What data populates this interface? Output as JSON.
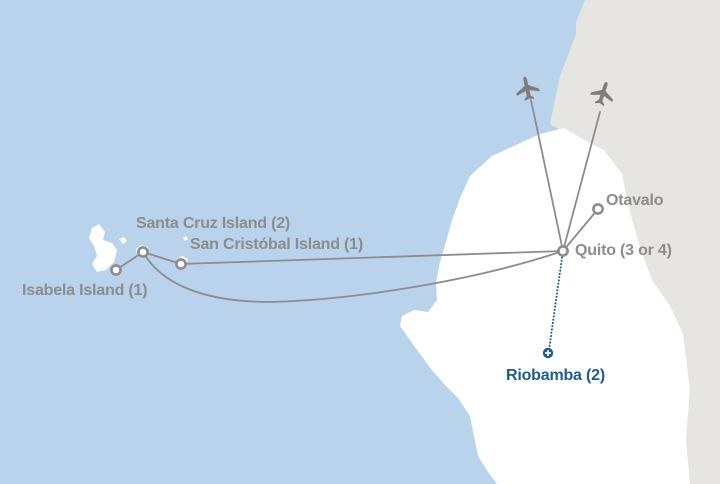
{
  "colors": {
    "ocean": "#b9d3ec",
    "land": "#ffffff",
    "neighbor_land": "#e7e5e2",
    "route": "#8c8c8c",
    "highlight": "#1f5b8f"
  },
  "places": {
    "santa_cruz": "Santa Cruz Island (2)",
    "san_cristobal": "San Cristóbal Island (1)",
    "isabela": "Isabela Island (1)",
    "otavalo": "Otavalo",
    "quito": "Quito (3 or 4)",
    "riobamba": "Riobamba (2)"
  },
  "icons": {
    "flight_left": "airplane-icon",
    "flight_right": "airplane-icon",
    "stop_marker": "ring-marker-icon",
    "highlight_marker": "plus-marker-icon"
  }
}
